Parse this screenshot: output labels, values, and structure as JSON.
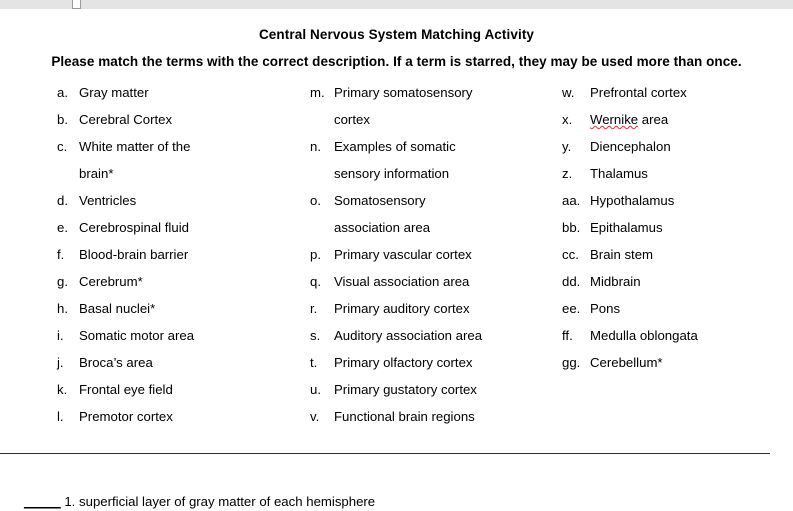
{
  "app": {
    "ruler": {
      "indent_marker_name": "first-line-indent-marker"
    }
  },
  "document": {
    "title": "Central Nervous System Matching Activity",
    "instructions": "Please match the terms with the correct description.  If a term is starred, they may be used more than once.",
    "columns": [
      {
        "id": "column-1",
        "items": [
          {
            "marker": "a.",
            "lines": [
              "Gray matter"
            ]
          },
          {
            "marker": "b.",
            "lines": [
              "Cerebral Cortex"
            ]
          },
          {
            "marker": "c.",
            "lines": [
              "White matter of the",
              "brain*"
            ]
          },
          {
            "marker": "d.",
            "lines": [
              "Ventricles"
            ]
          },
          {
            "marker": "e.",
            "lines": [
              "Cerebrospinal fluid"
            ]
          },
          {
            "marker": "f.",
            "lines": [
              "Blood-brain barrier"
            ]
          },
          {
            "marker": "g.",
            "lines": [
              "Cerebrum*"
            ]
          },
          {
            "marker": "h.",
            "lines": [
              "Basal nuclei*"
            ]
          },
          {
            "marker": "i.",
            "lines": [
              "Somatic motor area"
            ]
          },
          {
            "marker": "j.",
            "lines": [
              "Broca’s area"
            ]
          },
          {
            "marker": "k.",
            "lines": [
              "Frontal eye field"
            ]
          },
          {
            "marker": "l.",
            "lines": [
              "Premotor cortex"
            ]
          }
        ]
      },
      {
        "id": "column-2",
        "items": [
          {
            "marker": "m.",
            "lines": [
              "Primary somatosensory",
              "cortex"
            ]
          },
          {
            "marker": "n.",
            "lines": [
              "Examples of somatic",
              "sensory information"
            ]
          },
          {
            "marker": "o.",
            "lines": [
              "Somatosensory",
              "association area"
            ]
          },
          {
            "marker": "p.",
            "lines": [
              "Primary vascular cortex"
            ]
          },
          {
            "marker": "q.",
            "lines": [
              "Visual association area"
            ]
          },
          {
            "marker": "r.",
            "lines": [
              "Primary auditory cortex"
            ]
          },
          {
            "marker": "s.",
            "lines": [
              "Auditory association area"
            ]
          },
          {
            "marker": "t.",
            "lines": [
              "Primary olfactory cortex"
            ]
          },
          {
            "marker": "u.",
            "lines": [
              "Primary gustatory cortex"
            ]
          },
          {
            "marker": "v.",
            "lines": [
              "Functional brain regions"
            ]
          }
        ]
      },
      {
        "id": "column-3",
        "items": [
          {
            "marker": "w.",
            "lines": [
              "Prefrontal cortex"
            ]
          },
          {
            "marker": "x.",
            "lines": [
              "Wernike area"
            ],
            "misspelled_word": "Wernike",
            "trailing_text": " area"
          },
          {
            "marker": "y.",
            "lines": [
              "Diencephalon"
            ]
          },
          {
            "marker": "z.",
            "lines": [
              "Thalamus"
            ]
          },
          {
            "marker": "aa.",
            "lines": [
              "Hypothalamus"
            ]
          },
          {
            "marker": "bb.",
            "lines": [
              "Epithalamus"
            ]
          },
          {
            "marker": "cc.",
            "lines": [
              "Brain stem"
            ]
          },
          {
            "marker": "dd.",
            "lines": [
              "Midbrain"
            ]
          },
          {
            "marker": "ee.",
            "lines": [
              "Pons"
            ]
          },
          {
            "marker": "ff.",
            "lines": [
              "Medulla oblongata"
            ]
          },
          {
            "marker": "gg.",
            "lines": [
              "Cerebellum*"
            ]
          }
        ]
      }
    ],
    "question": {
      "blank": "_____",
      "number": "1.",
      "text": "superficial layer of gray matter of each hemisphere"
    }
  },
  "colors": {
    "text": "#000000",
    "spellcheck_underline": "#e03131",
    "ruler_bar": "#e4e4e4",
    "divider": "#2b2b2b"
  }
}
